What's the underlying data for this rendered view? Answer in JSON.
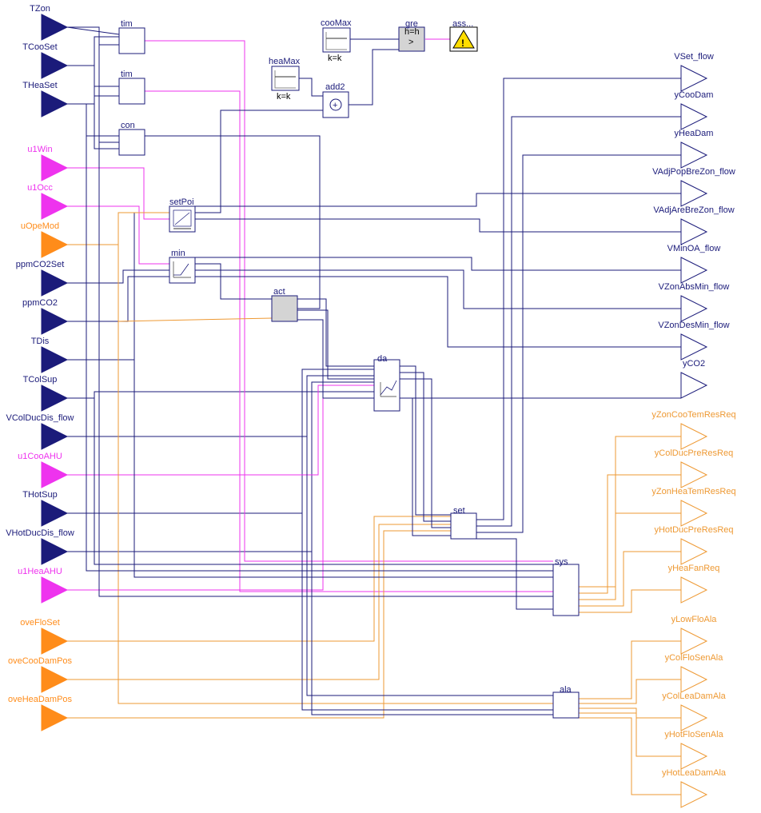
{
  "inputs": [
    {
      "label": "TZon",
      "color": "#1b1b7a"
    },
    {
      "label": "TCooSet",
      "color": "#1b1b7a"
    },
    {
      "label": "THeaSet",
      "color": "#1b1b7a"
    },
    {
      "label": "u1Win",
      "color": "#ee33ee"
    },
    {
      "label": "u1Occ",
      "color": "#ee33ee"
    },
    {
      "label": "uOpeMod",
      "color": "#ff8c1a"
    },
    {
      "label": "ppmCO2Set",
      "color": "#1b1b7a"
    },
    {
      "label": "ppmCO2",
      "color": "#1b1b7a"
    },
    {
      "label": "TDis",
      "color": "#1b1b7a"
    },
    {
      "label": "TColSup",
      "color": "#1b1b7a"
    },
    {
      "label": "VColDucDis_flow",
      "color": "#1b1b7a"
    },
    {
      "label": "u1CooAHU",
      "color": "#ee33ee"
    },
    {
      "label": "THotSup",
      "color": "#1b1b7a"
    },
    {
      "label": "VHotDucDis_flow",
      "color": "#1b1b7a"
    },
    {
      "label": "u1HeaAHU",
      "color": "#ee33ee"
    },
    {
      "label": "oveFloSet",
      "color": "#ff8c1a"
    },
    {
      "label": "oveCooDamPos",
      "color": "#ff8c1a"
    },
    {
      "label": "oveHeaDamPos",
      "color": "#ff8c1a"
    }
  ],
  "outputs": [
    {
      "label": "VSet_flow",
      "color": "#1b1b7a"
    },
    {
      "label": "yCooDam",
      "color": "#1b1b7a"
    },
    {
      "label": "yHeaDam",
      "color": "#1b1b7a"
    },
    {
      "label": "VAdjPopBreZon_flow",
      "color": "#1b1b7a"
    },
    {
      "label": "VAdjAreBreZon_flow",
      "color": "#1b1b7a"
    },
    {
      "label": "VMinOA_flow",
      "color": "#1b1b7a"
    },
    {
      "label": "VZonAbsMin_flow",
      "color": "#1b1b7a"
    },
    {
      "label": "VZonDesMin_flow",
      "color": "#1b1b7a"
    },
    {
      "label": "yCO2",
      "color": "#1b1b7a"
    },
    {
      "label": "yZonCooTemResReq",
      "color": "#ee9933"
    },
    {
      "label": "yColDucPreResReq",
      "color": "#ee9933"
    },
    {
      "label": "yZonHeaTemResReq",
      "color": "#ee9933"
    },
    {
      "label": "yHotDucPreResReq",
      "color": "#ee9933"
    },
    {
      "label": "yHeaFanReq",
      "color": "#ee9933"
    },
    {
      "label": "yLowFloAla",
      "color": "#ee9933"
    },
    {
      "label": "yColFloSenAla",
      "color": "#ee9933"
    },
    {
      "label": "yColLeaDamAla",
      "color": "#ee9933"
    },
    {
      "label": "yHotFloSenAla",
      "color": "#ee9933"
    },
    {
      "label": "yHotLeaDamAla",
      "color": "#ee9933"
    }
  ],
  "blocks": {
    "tim1": "tim",
    "tim2": "tim",
    "con": "con",
    "setPoi": "setPoi",
    "min": "min",
    "act": "act",
    "dam": "da",
    "set": "set",
    "sys": "sys",
    "ala": "ala",
    "cooMax": "cooMax",
    "cooMax_param": "k=k",
    "heaMax": "heaMax",
    "heaMax_param": "k=k",
    "add2": "add2",
    "add2_symbol": "+",
    "gre": "gre",
    "gre_param": "h=h",
    "gre_symbol": ">",
    "ass": "ass..."
  },
  "colors": {
    "integer": "#ff8c1a",
    "boolean": "#ee33ee",
    "real": "#1b1b7a"
  }
}
